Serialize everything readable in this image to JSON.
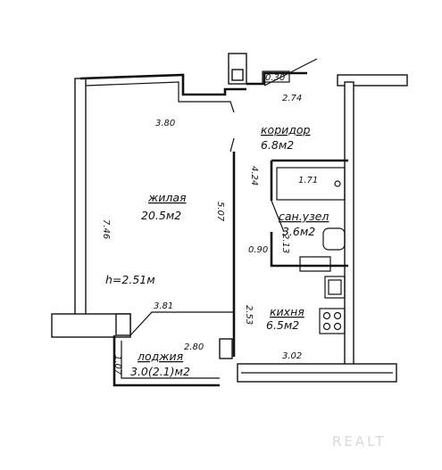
{
  "rooms": {
    "living": {
      "name": "жилая",
      "area": "20.5м2",
      "height": "h=2.51м"
    },
    "corridor": {
      "name": "коридор",
      "area": "6.8м2"
    },
    "bathroom": {
      "name": "сан.узел",
      "area": "3.6м2"
    },
    "kitchen": {
      "name": "кихня",
      "area": "6.5м2"
    },
    "loggia": {
      "name": "лоджия",
      "area": "3.0(2.1)м2"
    }
  },
  "dimensions": {
    "d030": "0.30",
    "d274": "2.74",
    "d380": "3.80",
    "d746": "7.46",
    "d507": "5.07",
    "d424": "4.24",
    "d171": "1.71",
    "d213": "2.13",
    "d090": "0.90",
    "d381": "3.81",
    "d253": "2.53",
    "d280": "2.80",
    "d107": "1.07",
    "d302": "3.02"
  },
  "watermark": "REALT"
}
